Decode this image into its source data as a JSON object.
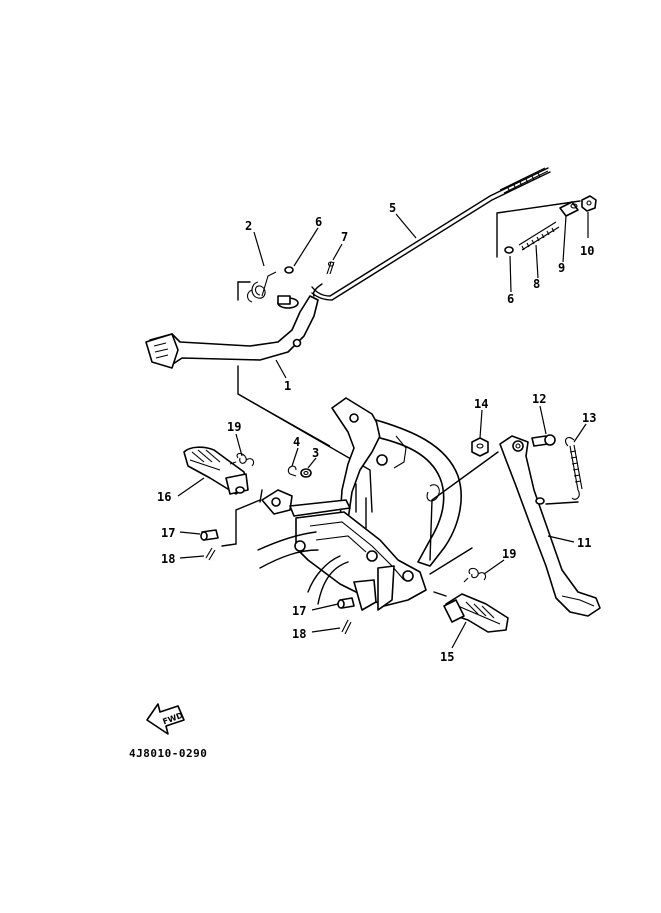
{
  "diagram": {
    "code": "4J8010-0290",
    "fwd_label": "FWD",
    "callouts": {
      "c1": "1",
      "c2": "2",
      "c3": "3",
      "c4": "4",
      "c5": "5",
      "c6a": "6",
      "c6b": "6",
      "c7": "7",
      "c8": "8",
      "c9": "9",
      "c10": "10",
      "c11": "11",
      "c12": "12",
      "c13": "13",
      "c14": "14",
      "c15": "15",
      "c16": "16",
      "c17a": "17",
      "c17b": "17",
      "c18a": "18",
      "c18b": "18",
      "c19a": "19",
      "c19b": "19"
    }
  }
}
